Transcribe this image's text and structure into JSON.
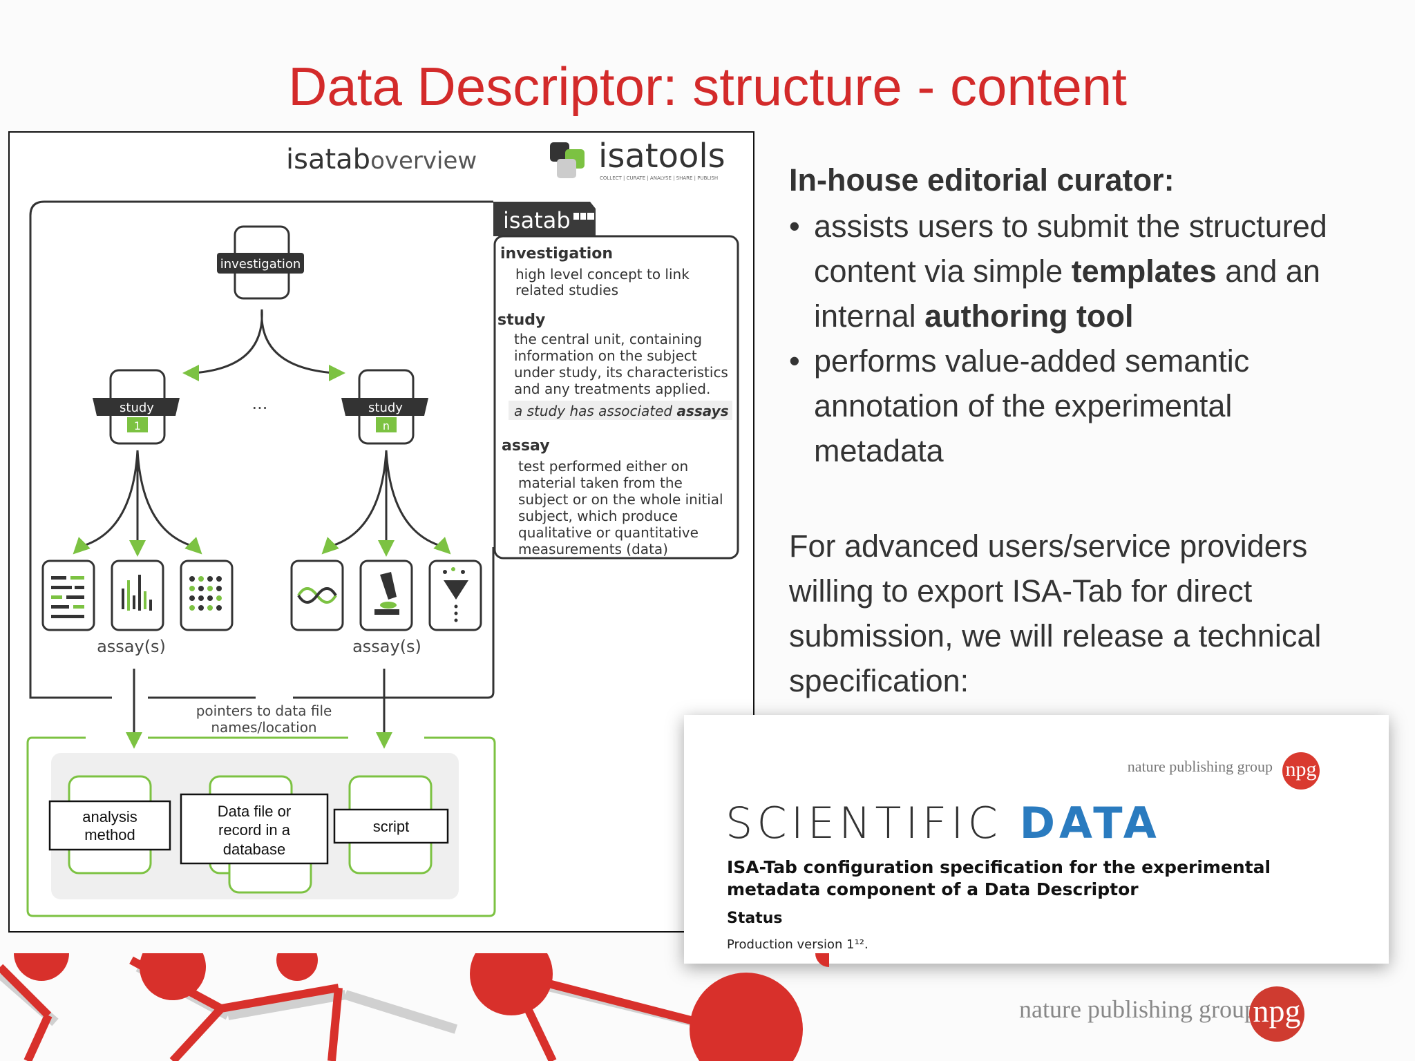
{
  "slide": {
    "title": "Data Descriptor: structure - content"
  },
  "figure": {
    "isatab_overview_logo_a": "isatab",
    "isatab_overview_logo_b": "overview",
    "isatools_logo": "isatools",
    "isatools_tagline": "COLLECT | CURATE | ANALYSE | SHARE | PUBLISH",
    "isatab_tab": "isatab",
    "investigation_node": "investigation",
    "study_left": "study",
    "study_left_num": "1",
    "study_right": "study",
    "study_right_num": "n",
    "ellipsis": "...",
    "assays_left": "assay(s)",
    "assays_right": "assay(s)",
    "pointers_line1": "pointers to data file",
    "pointers_line2": "names/location",
    "box_analysis_line1": "analysis",
    "box_analysis_line2": "method",
    "box_datafile_line1": "Data file or",
    "box_datafile_line2": "record in a",
    "box_datafile_line3": "database",
    "box_script": "script",
    "legend": {
      "investigation_title": "investigation",
      "investigation_line1": "high level concept to link",
      "investigation_line2": "related studies",
      "study_title": "study",
      "study_line1": "the central unit, containing",
      "study_line2": "information on the subject",
      "study_line3": "under study, its characteristics",
      "study_line4": "and any treatments applied.",
      "study_note_a": "a study has associated",
      "study_note_b": "assays",
      "assay_title": "assay",
      "assay_line1": "test performed either on",
      "assay_line2": "material taken from the",
      "assay_line3": "subject or on the whole initial",
      "assay_line4": "subject, which produce",
      "assay_line5": "qualitative or quantitative",
      "assay_line6": "measurements (data)"
    }
  },
  "right_panel": {
    "heading": "In-house editorial curator:",
    "bullet_symbol": "•",
    "bullet1_line1": "assists users to submit the structured",
    "bullet1_line2_a": "content via simple ",
    "bullet1_line2_b": "templates",
    "bullet1_line2_c": " and an",
    "bullet1_line3_a": "internal ",
    "bullet1_line3_b": "authoring tool",
    "bullet2_line1": "performs value-added semantic",
    "bullet2_line2": "annotation of the experimental",
    "bullet2_line3": "metadata",
    "advanced_text": "For advanced users/service providers willing to export ISA-Tab for direct submission, we will release a technical specification:"
  },
  "spec_card": {
    "npg_text": "nature publishing group",
    "npg_logo": "npg",
    "journal_a": "SCIENTIFIC ",
    "journal_b": "DATA",
    "heading": "ISA-Tab configuration specification for the experimental metadata component of a Data Descriptor",
    "status_label": "Status",
    "version": "Production version 1¹²."
  },
  "footer": {
    "npg_text": "nature publishing group",
    "npg_logo": "npg"
  },
  "colors": {
    "title_red": "#d32a2a",
    "accent_green": "#7cc242",
    "scientific_data_blue": "#2a7bbf",
    "npg_red": "#cf3b30"
  }
}
